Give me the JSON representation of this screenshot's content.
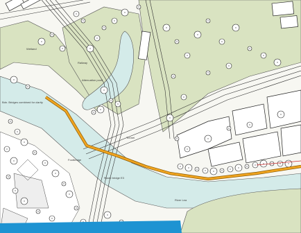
{
  "map": {
    "labels": {
      "attenuation_pond": "Attenuation pond",
      "river_lea": "River Lea",
      "bridge_note": "Bdn. Bridges combined for clarity",
      "footbridge_1": "Footbridge",
      "footbridge_2": "Route bridge E3",
      "north_bank": "Wetland",
      "railway": "Railway",
      "tunnel": "Tunnel"
    },
    "colors": {
      "green_space": "#d9e3c1",
      "water": "#d4ebe9",
      "route": "#f0a420",
      "route_outline": "#8a5a00",
      "banner": "#1e93d2",
      "line": "#222222",
      "tree_fill": "#ffffff"
    }
  }
}
